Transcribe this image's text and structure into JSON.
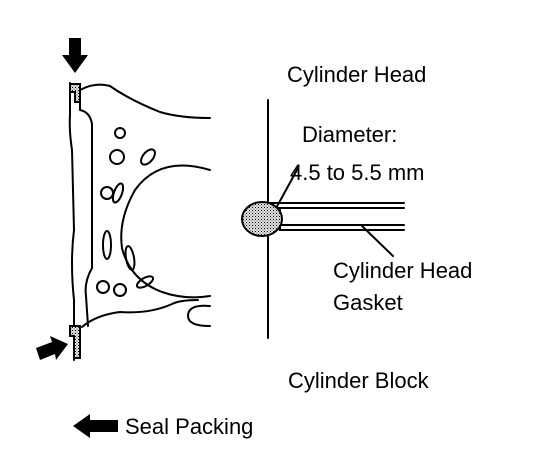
{
  "labels": {
    "cylinder_head": "Cylinder Head",
    "diameter": "Diameter:",
    "diameter_range": "4.5 to 5.5 mm",
    "cylinder_head_gasket_line1": "Cylinder Head",
    "cylinder_head_gasket_line2": "Gasket",
    "cylinder_block": "Cylinder Block",
    "seal_packing": "Seal Packing"
  },
  "colors": {
    "line": "#000000",
    "background": "#ffffff",
    "seal_fill": "#bdbdbd"
  },
  "icons": {
    "arrow": "filled-black-arrow",
    "seal_bead": "stippled-seal-bead"
  }
}
